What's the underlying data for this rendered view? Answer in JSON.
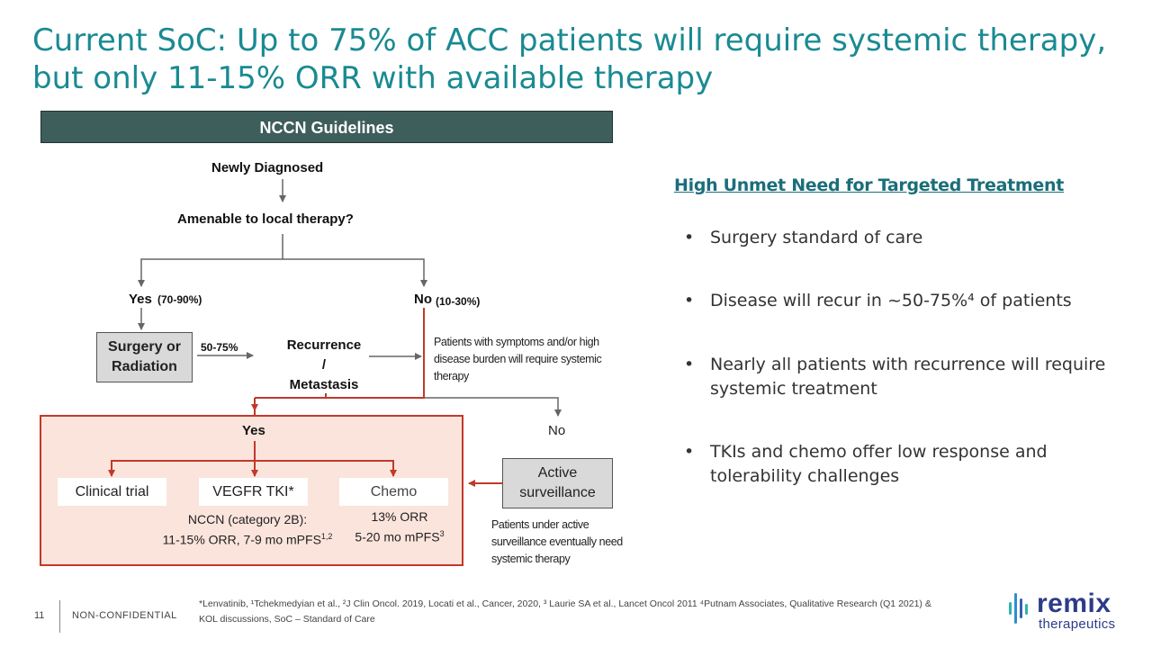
{
  "title": "Current SoC: Up to 75% of ACC patients will require systemic therapy, but only 11-15% ORR with available therapy",
  "diagram": {
    "banner": "NCCN Guidelines",
    "newly_diagnosed": "Newly Diagnosed",
    "amenable": "Amenable to local therapy?",
    "yes": "Yes",
    "yes_pct": "(70-90%)",
    "no": "No",
    "no_pct": "(10-30%)",
    "surgery_line1": "Surgery or",
    "surgery_line2": "Radiation",
    "recur_pct": "50-75%",
    "recur_line1": "Recurrence",
    "recur_line2": "/",
    "recur_line3": "Metastasis",
    "symptoms_note": "Patients with symptoms and/or high disease burden will require systemic therapy",
    "yes2": "Yes",
    "no2": "No",
    "clinical_trial": "Clinical trial",
    "vegfr": "VEGFR TKI*",
    "chemo": "Chemo",
    "active_line1": "Active",
    "active_line2": "surveillance",
    "vegfr_note_line1": "NCCN (category 2B):",
    "vegfr_note_line2": "11-15% ORR, 7-9 mo mPFS",
    "vegfr_note_sup": "1,2",
    "chemo_note_line1": "13% ORR",
    "chemo_note_line2": "5-20 mo mPFS",
    "chemo_note_sup": "3",
    "surveillance_note": "Patients under active surveillance eventually need systemic therapy"
  },
  "right_panel": {
    "heading": "High Unmet Need for Targeted Treatment",
    "bullets": [
      "Surgery standard of care",
      "Disease will recur in ~50-75%⁴ of patients",
      "Nearly all patients with recurrence will require systemic treatment",
      "TKIs and chemo offer low response and tolerability challenges"
    ]
  },
  "footer": {
    "page_number": "11",
    "confidentiality": "NON-CONFIDENTIAL",
    "footnote": "*Lenvatinib, ¹Tchekmedyian et al., ²J Clin Oncol. 2019, Locati et al., Cancer, 2020, ³ Laurie SA et al., Lancet Oncol 2011 ⁴Putnam Associates, Qualitative Research (Q1 2021) & KOL discussions, SoC – Standard of Care",
    "logo_name": "remix",
    "logo_sub": "therapeutics"
  },
  "colors": {
    "title": "#1a8a92",
    "banner": "#3e5e5b",
    "red_path": "#c0392b",
    "red_box_fill": "#fbe4dc",
    "logo": "#2d3b8a"
  }
}
